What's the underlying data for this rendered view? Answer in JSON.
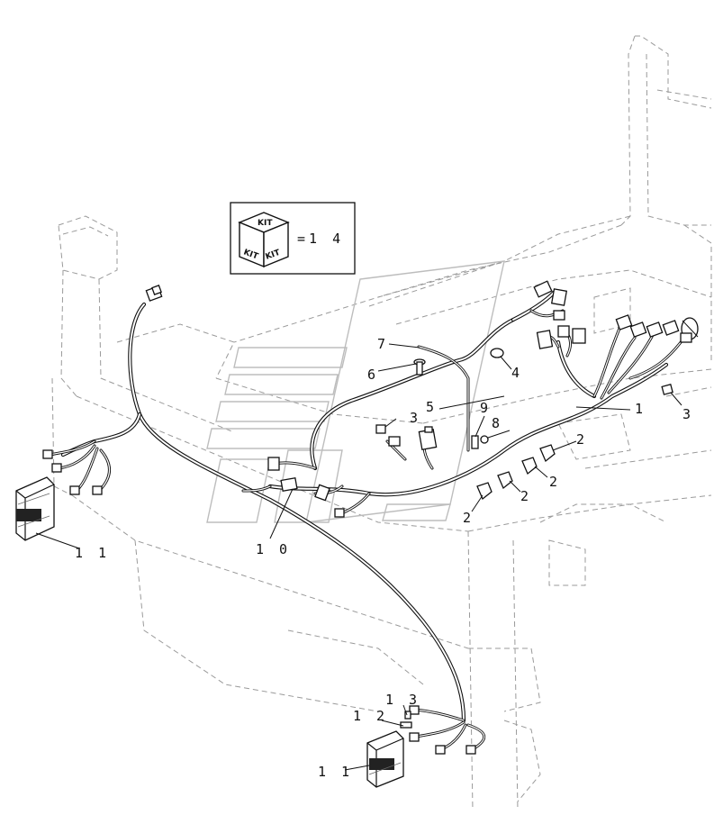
{
  "kit_box": {
    "cube_top_label": "KIT",
    "cube_left_label": "KIT",
    "cube_right_label": "KIT",
    "quantity_text": "=1 4"
  },
  "callouts": {
    "item_1": "1",
    "item_2a": "2",
    "item_2b": "2",
    "item_2c": "2",
    "item_2d": "2",
    "item_3a": "3",
    "item_3b": "3",
    "item_4": "4",
    "item_5": "5",
    "item_6": "6",
    "item_7": "7",
    "item_8": "8",
    "item_9": "9",
    "item_10": "1 0",
    "item_11a": "1 1",
    "item_11b": "1 1",
    "item_12": "1 2",
    "item_13": "1 3"
  }
}
